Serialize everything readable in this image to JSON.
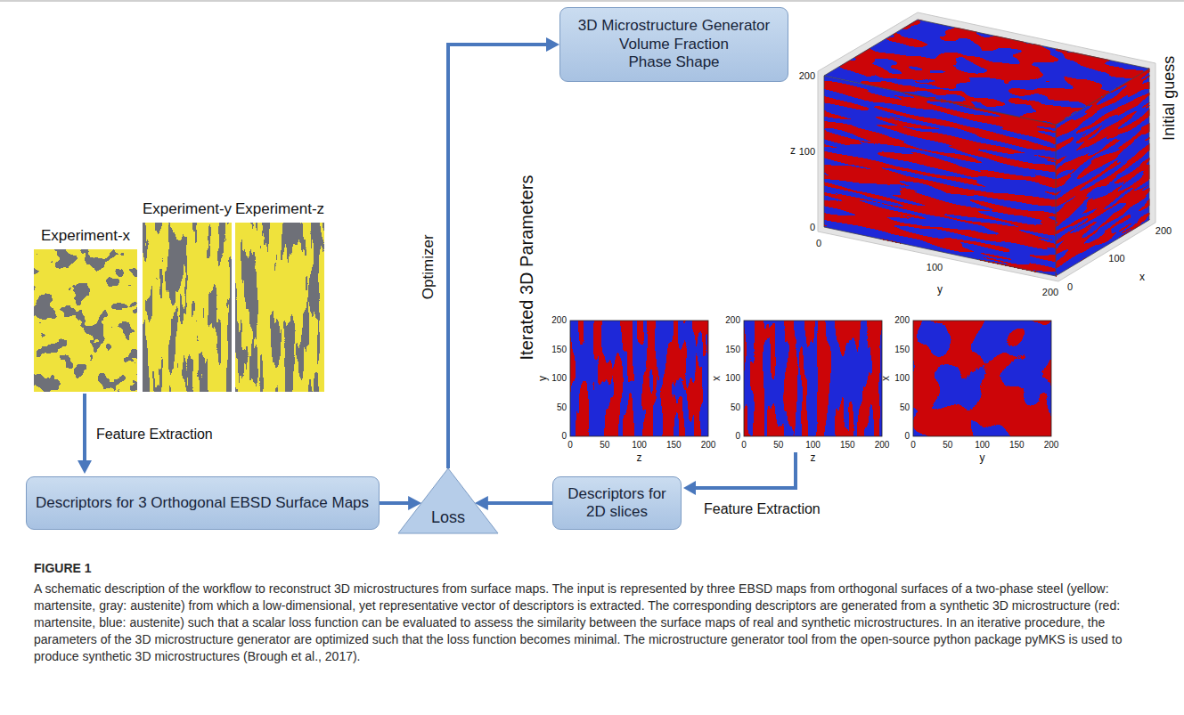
{
  "diagram": {
    "caption": "A schematic description of the workflow to reconstruct 3D microstructures from surface maps. The input is represented by three EBSD maps from orthogonal surfaces of a two-phase steel (yellow: martensite, gray: austenite) from which a low-dimensional, yet representative vector of descriptors is extracted. The corresponding descriptors are generated from a synthetic 3D microstructure (red: martensite, blue: austenite) such that a scalar loss function can be evaluated to assess the similarity between the surface maps of real and synthetic microstructures. In an iterative procedure, the parameters of the 3D microstructure generator are optimized such that the loss function becomes minimal. The microstructure generator tool from the open-source python package pyMKS is used to produce synthetic 3D microstructures (Brough et al., 2017).",
    "nodes": [
      {
        "text": [
          "3D Microstructure Generator",
          "Volume Fraction",
          "Phase Shape"
        ]
      },
      {
        "text": [
          "Descriptors for 3 Orthogonal EBSD Surface Maps"
        ]
      },
      {
        "text": [
          "Loss"
        ]
      },
      {
        "text": [
          "Descriptors for 2D slices"
        ]
      }
    ],
    "edges": [
      {
        "from": 1,
        "to": 2,
        "arrow": "to"
      },
      {
        "from": 3,
        "to": 2,
        "arrow": "to"
      },
      {
        "from": 2,
        "to": 0,
        "label": "Optimizer",
        "arrow": "to"
      }
    ],
    "labels": [
      "Experiment-x",
      "Experiment-y",
      "Experiment-z",
      "Feature Extraction",
      "Iterated 3D Parameters",
      "Initial guess",
      "200",
      "100",
      "0",
      "z",
      "0",
      "100",
      "200",
      "y",
      "0",
      "100",
      "200",
      "x",
      "0",
      "50",
      "100",
      "150",
      "200",
      "0",
      "50",
      "100",
      "150",
      "200",
      "y",
      "z",
      "0",
      "50",
      "100",
      "150",
      "200",
      "0",
      "50",
      "100",
      "150",
      "200",
      "x",
      "z",
      "0",
      "50",
      "100",
      "150",
      "200",
      "0",
      "50",
      "100",
      "150",
      "200",
      "x",
      "y",
      "Feature Extraction",
      "FIGURE 1"
    ]
  }
}
